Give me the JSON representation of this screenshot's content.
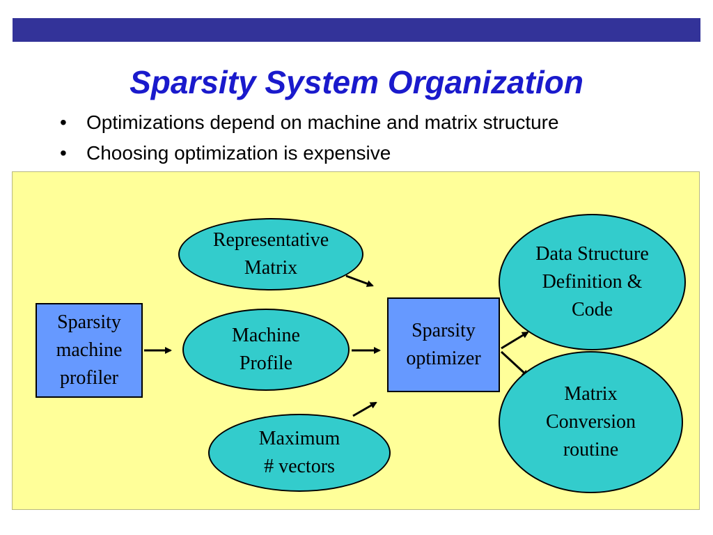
{
  "slide": {
    "title": "Sparsity System Organization",
    "bullets": [
      "Optimizations depend on machine and matrix structure",
      "Choosing optimization is expensive"
    ],
    "bullet_glyph": "•"
  },
  "diagram": {
    "nodes": {
      "profiler": "Sparsity\nmachine\nprofiler",
      "representative_matrix": "Representative\nMatrix",
      "machine_profile": "Machine\nProfile",
      "maximum_vectors": "Maximum\n# vectors",
      "optimizer": "Sparsity\noptimizer",
      "data_structure": "Data Structure\nDefinition &\nCode",
      "matrix_conversion": "Matrix\nConversion\nroutine"
    },
    "colors": {
      "header_bar": "#333399",
      "title": "#1a1acc",
      "panel": "#ffff99",
      "rect_node": "#6699ff",
      "ellipse_node": "#33cccc",
      "arrow": "#000000"
    }
  }
}
